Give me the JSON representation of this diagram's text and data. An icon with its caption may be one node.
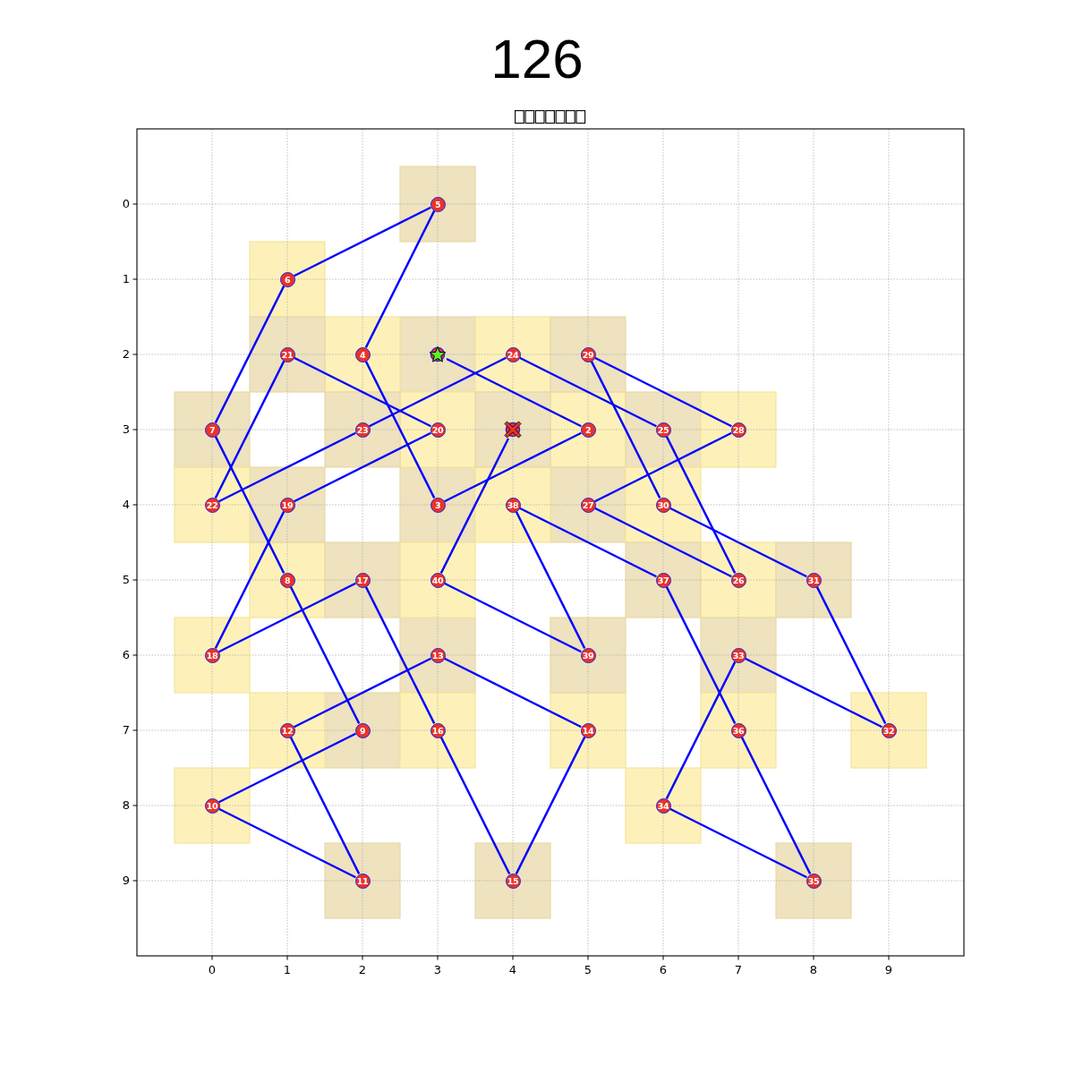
{
  "diagram": {
    "title": "126",
    "nodes": [
      {
        "text": [],
        "shape": "star"
      },
      {
        "text": [
          "2"
        ]
      },
      {
        "text": [
          "3"
        ]
      },
      {
        "text": [
          "4"
        ]
      },
      {
        "text": [
          "5"
        ]
      },
      {
        "text": [
          "6"
        ]
      },
      {
        "text": [
          "7"
        ]
      },
      {
        "text": [
          "8"
        ]
      },
      {
        "text": [
          "9"
        ]
      },
      {
        "text": [
          "10"
        ]
      },
      {
        "text": [
          "11"
        ]
      },
      {
        "text": [
          "12"
        ]
      },
      {
        "text": [
          "13"
        ]
      },
      {
        "text": [
          "14"
        ]
      },
      {
        "text": [
          "15"
        ]
      },
      {
        "text": [
          "16"
        ]
      },
      {
        "text": [
          "17"
        ]
      },
      {
        "text": [
          "18"
        ]
      },
      {
        "text": [
          "19"
        ]
      },
      {
        "text": [
          "20"
        ]
      },
      {
        "text": [
          "21"
        ]
      },
      {
        "text": [
          "22"
        ]
      },
      {
        "text": [
          "23"
        ]
      },
      {
        "text": [
          "24"
        ]
      },
      {
        "text": [
          "25"
        ]
      },
      {
        "text": [
          "26"
        ]
      },
      {
        "text": [
          "27"
        ]
      },
      {
        "text": [
          "28"
        ]
      },
      {
        "text": [
          "29"
        ]
      },
      {
        "text": [
          "30"
        ]
      },
      {
        "text": [
          "31"
        ]
      },
      {
        "text": [
          "32"
        ]
      },
      {
        "text": [
          "33"
        ]
      },
      {
        "text": [
          "34"
        ]
      },
      {
        "text": [
          "35"
        ]
      },
      {
        "text": [
          "36"
        ]
      },
      {
        "text": [
          "37"
        ]
      },
      {
        "text": [
          "38"
        ]
      },
      {
        "text": [
          "39"
        ]
      },
      {
        "text": [
          "40"
        ]
      },
      {
        "text": [],
        "shape": "cross"
      }
    ],
    "edges": [
      {
        "from": 0,
        "to": 1,
        "arrow": "none"
      },
      {
        "from": 1,
        "to": 2,
        "arrow": "none"
      },
      {
        "from": 2,
        "to": 3,
        "arrow": "none"
      },
      {
        "from": 3,
        "to": 4,
        "arrow": "none"
      },
      {
        "from": 4,
        "to": 5,
        "arrow": "none"
      },
      {
        "from": 5,
        "to": 6,
        "arrow": "none"
      },
      {
        "from": 6,
        "to": 7,
        "arrow": "none"
      },
      {
        "from": 7,
        "to": 8,
        "arrow": "none"
      },
      {
        "from": 8,
        "to": 9,
        "arrow": "none"
      },
      {
        "from": 9,
        "to": 10,
        "arrow": "none"
      },
      {
        "from": 10,
        "to": 11,
        "arrow": "none"
      },
      {
        "from": 11,
        "to": 12,
        "arrow": "none"
      },
      {
        "from": 12,
        "to": 13,
        "arrow": "none"
      },
      {
        "from": 13,
        "to": 14,
        "arrow": "none"
      },
      {
        "from": 14,
        "to": 15,
        "arrow": "none"
      },
      {
        "from": 15,
        "to": 16,
        "arrow": "none"
      },
      {
        "from": 16,
        "to": 17,
        "arrow": "none"
      },
      {
        "from": 17,
        "to": 18,
        "arrow": "none"
      },
      {
        "from": 18,
        "to": 19,
        "arrow": "none"
      },
      {
        "from": 19,
        "to": 20,
        "arrow": "none"
      },
      {
        "from": 20,
        "to": 21,
        "arrow": "none"
      },
      {
        "from": 21,
        "to": 22,
        "arrow": "none"
      },
      {
        "from": 22,
        "to": 23,
        "arrow": "none"
      },
      {
        "from": 23,
        "to": 24,
        "arrow": "none"
      },
      {
        "from": 24,
        "to": 25,
        "arrow": "none"
      },
      {
        "from": 25,
        "to": 26,
        "arrow": "none"
      },
      {
        "from": 26,
        "to": 27,
        "arrow": "none"
      },
      {
        "from": 27,
        "to": 28,
        "arrow": "none"
      },
      {
        "from": 28,
        "to": 29,
        "arrow": "none"
      },
      {
        "from": 29,
        "to": 30,
        "arrow": "none"
      },
      {
        "from": 30,
        "to": 31,
        "arrow": "none"
      },
      {
        "from": 31,
        "to": 32,
        "arrow": "none"
      },
      {
        "from": 32,
        "to": 33,
        "arrow": "none"
      },
      {
        "from": 33,
        "to": 34,
        "arrow": "none"
      },
      {
        "from": 34,
        "to": 35,
        "arrow": "none"
      },
      {
        "from": 35,
        "to": 36,
        "arrow": "none"
      },
      {
        "from": 36,
        "to": 37,
        "arrow": "none"
      },
      {
        "from": 37,
        "to": 38,
        "arrow": "none"
      },
      {
        "from": 38,
        "to": 39,
        "arrow": "none"
      },
      {
        "from": 39,
        "to": 40,
        "arrow": "none"
      }
    ],
    "labels": [
      "0",
      "1",
      "2",
      "3",
      "4",
      "5",
      "6",
      "7",
      "8",
      "9",
      "0",
      "1",
      "2",
      "3",
      "4",
      "5",
      "6",
      "7",
      "8",
      "9"
    ]
  }
}
